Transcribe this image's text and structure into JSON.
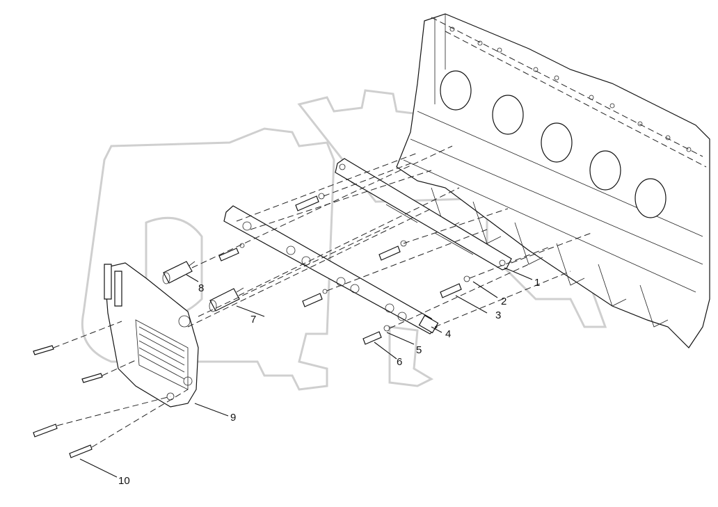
{
  "callouts": [
    {
      "id": "1",
      "label": "1"
    },
    {
      "id": "2",
      "label": "2"
    },
    {
      "id": "3",
      "label": "3"
    },
    {
      "id": "4",
      "label": "4"
    },
    {
      "id": "5",
      "label": "5"
    },
    {
      "id": "6",
      "label": "6"
    },
    {
      "id": "7",
      "label": "7"
    },
    {
      "id": "8",
      "label": "8"
    },
    {
      "id": "9",
      "label": "9"
    },
    {
      "id": "10",
      "label": "10"
    }
  ],
  "colors": {
    "line": "#111111",
    "watermark": "#cfcfcf",
    "background": "#ffffff"
  }
}
